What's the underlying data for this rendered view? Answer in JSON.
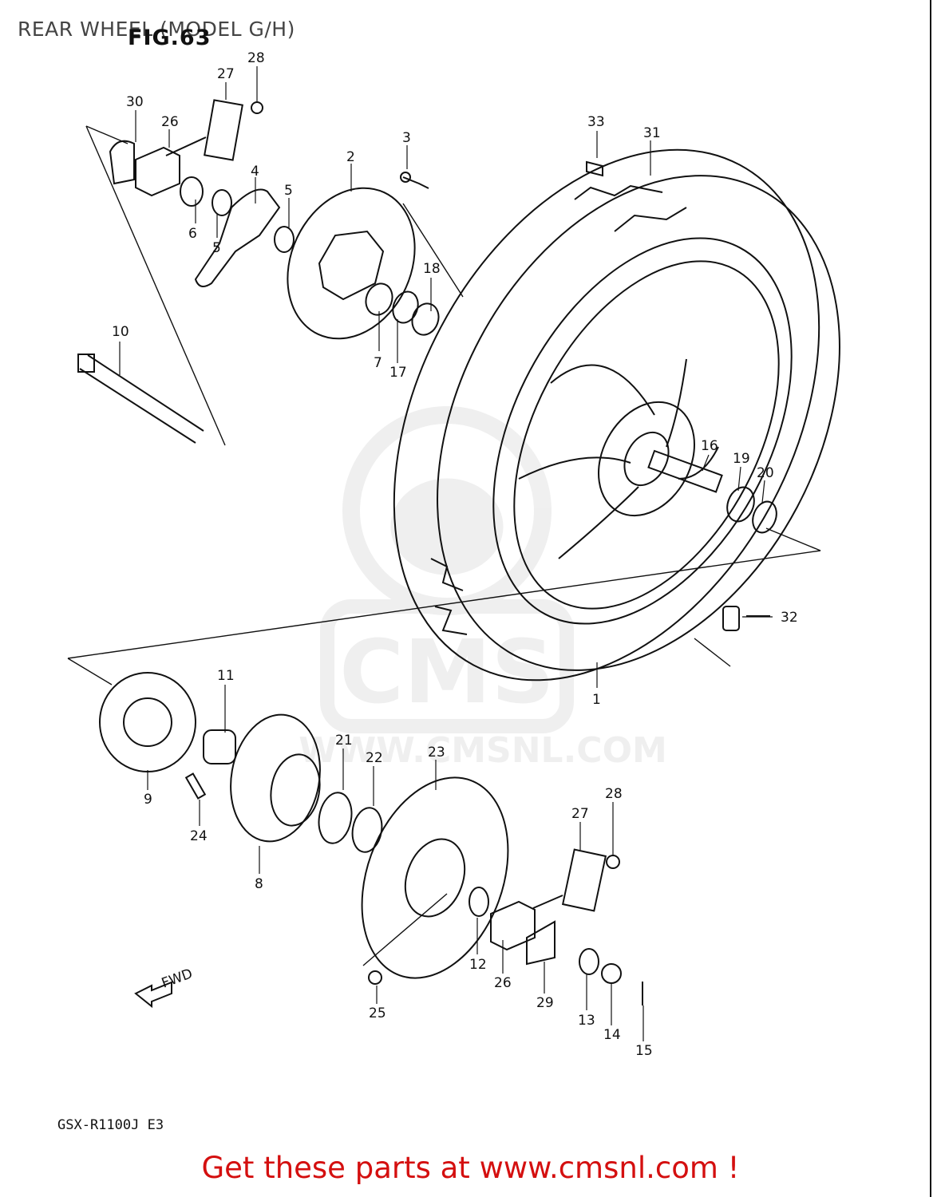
{
  "header": {
    "title": "REAR WHEEL (MODEL G/H)",
    "figure_no": "FIG.63"
  },
  "footer": {
    "model_code": "GSX-R1100J E3",
    "banner": "Get these parts at www.cmsnl.com !"
  },
  "watermark": {
    "logo_text": "CMS",
    "url_text": "WWW.CMSNL.COM"
  },
  "fwd_arrow": "FWD",
  "callouts": [
    "1",
    "2",
    "3",
    "4",
    "5",
    "5",
    "6",
    "7",
    "8",
    "9",
    "10",
    "11",
    "12",
    "13",
    "14",
    "15",
    "16",
    "17",
    "18",
    "19",
    "20",
    "21",
    "22",
    "23",
    "24",
    "25",
    "26",
    "26",
    "27",
    "27",
    "28",
    "28",
    "29",
    "30",
    "31",
    "32",
    "33"
  ]
}
